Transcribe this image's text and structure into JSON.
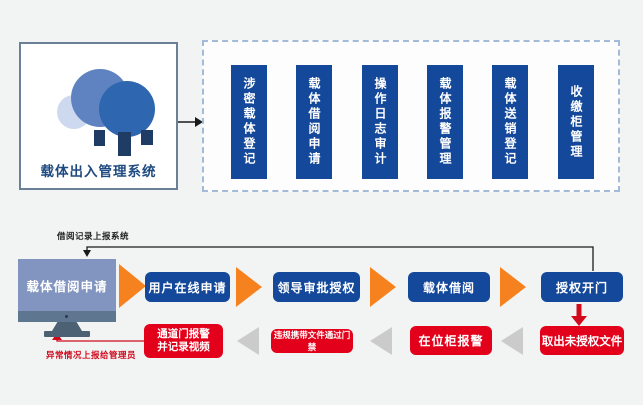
{
  "colors": {
    "page_bg": "#f2f4f3",
    "primary_blue": "#14489a",
    "orange": "#f6821f",
    "alert_red": "#e3001b",
    "gray_arrow": "#cbcbcb",
    "title_navy": "#1e4a80",
    "monitor_screen": "#8294c0"
  },
  "system_box": {
    "title": "载体出入管理系统"
  },
  "modules_panel": {
    "items": [
      {
        "label": "涉密载体登记"
      },
      {
        "label": "载体借阅申请"
      },
      {
        "label": "操作日志审计"
      },
      {
        "label": "载体报警管理"
      },
      {
        "label": "载体送销登记"
      },
      {
        "label": "收缴柜管理"
      }
    ]
  },
  "workflow": {
    "report_note": "借阅记录上报系统",
    "exception_note": "异常情况上报给管理员",
    "terminal_label": "载体借阅申请",
    "forward_steps": [
      {
        "label": "用户在线申请"
      },
      {
        "label": "领导审批授权"
      },
      {
        "label": "载体借阅"
      },
      {
        "label": "授权开门"
      }
    ],
    "alert_steps": [
      {
        "label": "通道门报警\n并记录视频"
      },
      {
        "label": "违规携带文件通过门禁"
      },
      {
        "label": "在位柜报警"
      },
      {
        "label": "取出未授权文件"
      }
    ]
  }
}
